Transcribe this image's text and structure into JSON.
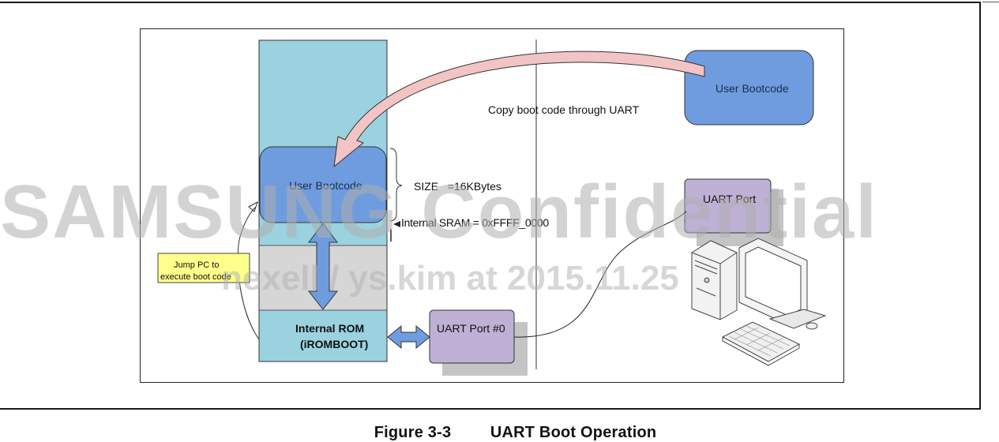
{
  "caption": {
    "figure_number": "Figure 3-3",
    "figure_title": "UART Boot Operation"
  },
  "memory": {
    "user_bootcode": "User Bootcode",
    "internal_rom_line1": "Internal ROM",
    "internal_rom_line2": "(iROMBOOT)",
    "size_label": "SIZE   =16KBytes",
    "sram_label": "Internal SRAM = 0xFFFF_0000"
  },
  "host": {
    "user_bootcode": "User Bootcode",
    "uart_port": "UART Port",
    "copy_label": "Copy boot code through UART"
  },
  "device": {
    "uart_port0": "UART Port #0"
  },
  "jump_note": {
    "line1": "Jump PC to",
    "line2": "execute boot code"
  },
  "watermark": {
    "line1": "SAMSUNG Confidential",
    "line2": "nexell / ys.kim at 2015.11.25"
  },
  "colors": {
    "memory_column": "#9bd2df",
    "bootcode_blue": "#6f9cde",
    "rom_gap_gray": "#d6d6d6",
    "uart_purple": "#bfb0d6",
    "note_yellow": "#ffff8c",
    "copy_arrow": "#f3c4c4"
  }
}
